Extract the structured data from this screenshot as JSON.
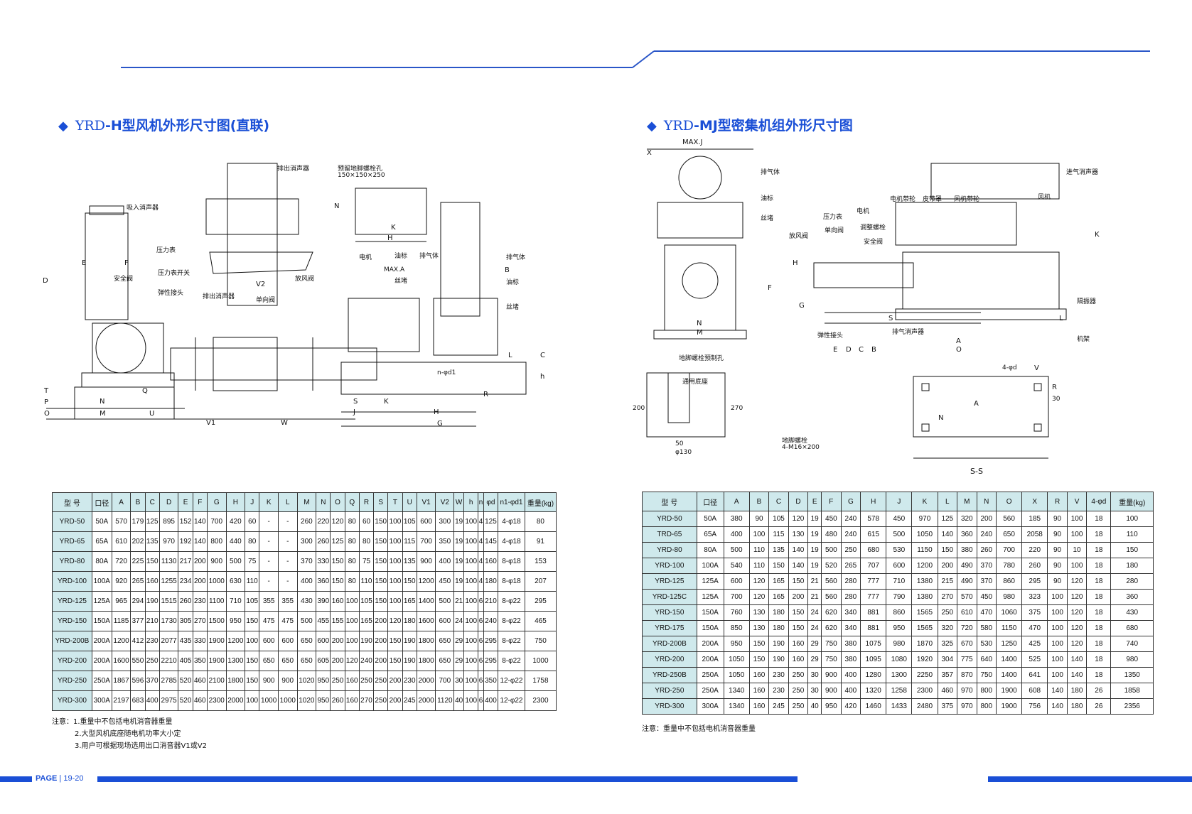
{
  "left": {
    "title_model": "YRD",
    "title_text": "-H型风机外形尺寸图(直联)",
    "labels": {
      "inlet_silencer": "吸入消声器",
      "outlet_silencer_top": "排出消声器",
      "pressure_gauge": "压力表",
      "safety_valve": "安全阀",
      "gauge_switch": "压力表开关",
      "flex_joint": "弹性接头",
      "outlet_silencer": "排出消声器",
      "check_valve": "单向阀",
      "vent_valve": "放风阀",
      "anchor_hole": "预留地脚螺栓孔",
      "anchor_size": "150×150×250",
      "motor": "电机",
      "oil_mark": "油标",
      "exhaust_body": "排气体",
      "max_a": "MAX.A",
      "plug": "丝堵",
      "exhaust_body2": "排气体",
      "oil_mark2": "油标",
      "plug2": "丝堵",
      "v2": "V2",
      "v1": "V1",
      "w": "W",
      "d": "D",
      "e": "E",
      "f": "F",
      "n": "N",
      "m": "M",
      "t": "T",
      "p": "P",
      "o": "O",
      "u": "U",
      "k": "K",
      "h": "H",
      "b": "B",
      "c": "C",
      "s": "S",
      "j": "J",
      "g": "G",
      "l": "L",
      "r": "R",
      "q": "Q",
      "nphi": "n-φd1",
      "hh": "h"
    },
    "columns": [
      "型 号",
      "口径",
      "A",
      "B",
      "C",
      "D",
      "E",
      "F",
      "G",
      "H",
      "J",
      "K",
      "L",
      "M",
      "N",
      "O",
      "Q",
      "R",
      "S",
      "T",
      "U",
      "V1",
      "V2",
      "W",
      "h",
      "n",
      "φd",
      "n1-φd1",
      "重量(kg)"
    ],
    "rows": [
      [
        "YRD-50",
        "50A",
        "570",
        "179",
        "125",
        "895",
        "152",
        "140",
        "700",
        "420",
        "60",
        "-",
        "-",
        "260",
        "220",
        "120",
        "80",
        "60",
        "150",
        "100",
        "105",
        "600",
        "300",
        "19",
        "100",
        "4",
        "125",
        "4-φ18",
        "80"
      ],
      [
        "YRD-65",
        "65A",
        "610",
        "202",
        "135",
        "970",
        "192",
        "140",
        "800",
        "440",
        "80",
        "-",
        "-",
        "300",
        "260",
        "125",
        "80",
        "80",
        "150",
        "100",
        "115",
        "700",
        "350",
        "19",
        "100",
        "4",
        "145",
        "4-φ18",
        "91"
      ],
      [
        "YRD-80",
        "80A",
        "720",
        "225",
        "150",
        "1130",
        "217",
        "200",
        "900",
        "500",
        "75",
        "-",
        "-",
        "370",
        "330",
        "150",
        "80",
        "75",
        "150",
        "100",
        "135",
        "900",
        "400",
        "19",
        "100",
        "4",
        "160",
        "8-φ18",
        "153"
      ],
      [
        "YRD-100",
        "100A",
        "920",
        "265",
        "160",
        "1255",
        "234",
        "200",
        "1000",
        "630",
        "110",
        "-",
        "-",
        "400",
        "360",
        "150",
        "80",
        "110",
        "150",
        "100",
        "150",
        "1200",
        "450",
        "19",
        "100",
        "4",
        "180",
        "8-φ18",
        "207"
      ],
      [
        "YRD-125",
        "125A",
        "965",
        "294",
        "190",
        "1515",
        "260",
        "230",
        "1100",
        "710",
        "105",
        "355",
        "355",
        "430",
        "390",
        "160",
        "100",
        "105",
        "150",
        "100",
        "165",
        "1400",
        "500",
        "21",
        "100",
        "6",
        "210",
        "8-φ22",
        "295"
      ],
      [
        "YRD-150",
        "150A",
        "1185",
        "377",
        "210",
        "1730",
        "305",
        "270",
        "1500",
        "950",
        "150",
        "475",
        "475",
        "500",
        "455",
        "155",
        "100",
        "165",
        "200",
        "120",
        "180",
        "1600",
        "600",
        "24",
        "100",
        "6",
        "240",
        "8-φ22",
        "465"
      ],
      [
        "YRD-200B",
        "200A",
        "1200",
        "412",
        "230",
        "2077",
        "435",
        "330",
        "1900",
        "1200",
        "100",
        "600",
        "600",
        "650",
        "600",
        "200",
        "100",
        "190",
        "200",
        "150",
        "190",
        "1800",
        "650",
        "29",
        "100",
        "6",
        "295",
        "8-φ22",
        "750"
      ],
      [
        "YRD-200",
        "200A",
        "1600",
        "550",
        "250",
        "2210",
        "405",
        "350",
        "1900",
        "1300",
        "150",
        "650",
        "650",
        "650",
        "605",
        "200",
        "120",
        "240",
        "200",
        "150",
        "190",
        "1800",
        "650",
        "29",
        "100",
        "6",
        "295",
        "8-φ22",
        "1000"
      ],
      [
        "YRD-250",
        "250A",
        "1867",
        "596",
        "370",
        "2785",
        "520",
        "460",
        "2100",
        "1800",
        "150",
        "900",
        "900",
        "1020",
        "950",
        "250",
        "160",
        "250",
        "250",
        "200",
        "230",
        "2000",
        "700",
        "30",
        "100",
        "6",
        "350",
        "12-φ22",
        "1758"
      ],
      [
        "YRD-300",
        "300A",
        "2197",
        "683",
        "400",
        "2975",
        "520",
        "460",
        "2300",
        "2000",
        "100",
        "1000",
        "1000",
        "1020",
        "950",
        "260",
        "160",
        "270",
        "250",
        "200",
        "245",
        "2000",
        "1120",
        "40",
        "100",
        "6",
        "400",
        "12-φ22",
        "2300"
      ]
    ],
    "notes": [
      "注意：1.重量中不包括电机消音器重量",
      "2.大型风机底座随电机功率大小定",
      "3.用户可根据现场选用出口消音器V1或V2"
    ]
  },
  "right": {
    "title_model": "YRD",
    "title_text": "-MJ型密集机组外形尺寸图",
    "labels": {
      "max_j": "MAX.J",
      "x": "X",
      "exhaust_body": "排气体",
      "oil_mark": "油标",
      "plug": "丝堵",
      "hh": "H",
      "f": "F",
      "n": "N",
      "m": "M",
      "anchor_hole": "地脚螺栓预制孔",
      "inlet_silencer": "进气消声器",
      "motor_pulley": "电机带轮",
      "belt_cover": "皮带罩",
      "fan_pulley": "风机带轮",
      "fan": "风机",
      "motor": "电机",
      "pressure_gauge": "压力表",
      "adjust_bolt": "调整螺栓",
      "check_valve": "单向阀",
      "vent_valve": "放风阀",
      "safety_valve": "安全阀",
      "vibration_isolator": "隔振器",
      "flex_joint": "弹性接头",
      "exhaust_silencer": "排气消声器",
      "frame": "机架",
      "k": "K",
      "g": "G",
      "e": "E",
      "d": "D",
      "c": "C",
      "b": "B",
      "a": "A",
      "o": "O",
      "l": "L",
      "s": "S",
      "common_base": "通用底座",
      "d200": "200",
      "d270": "270",
      "d50": "50",
      "d130": "φ130",
      "anchor_bolt": "地脚螺栓",
      "anchor_bolt_size": "4-M16×200",
      "four_phid": "4-φd",
      "v": "V",
      "r": "R",
      "d30": "30",
      "ss": "S-S",
      "a2": "A",
      "n2": "N"
    },
    "columns": [
      "型 号",
      "口径",
      "A",
      "B",
      "C",
      "D",
      "E",
      "F",
      "G",
      "H",
      "J",
      "K",
      "L",
      "M",
      "N",
      "O",
      "X",
      "R",
      "V",
      "4-φd",
      "重量(kg)"
    ],
    "rows": [
      [
        "YRD-50",
        "50A",
        "380",
        "90",
        "105",
        "120",
        "19",
        "450",
        "240",
        "578",
        "450",
        "970",
        "125",
        "320",
        "200",
        "560",
        "185",
        "90",
        "100",
        "18",
        "100"
      ],
      [
        "TRD-65",
        "65A",
        "400",
        "100",
        "115",
        "130",
        "19",
        "480",
        "240",
        "615",
        "500",
        "1050",
        "140",
        "360",
        "240",
        "650",
        "2058",
        "90",
        "100",
        "18",
        "110"
      ],
      [
        "YRD-80",
        "80A",
        "500",
        "110",
        "135",
        "140",
        "19",
        "500",
        "250",
        "680",
        "530",
        "1150",
        "150",
        "380",
        "260",
        "700",
        "220",
        "90",
        "10",
        "18",
        "150"
      ],
      [
        "YRD-100",
        "100A",
        "540",
        "110",
        "150",
        "140",
        "19",
        "520",
        "265",
        "707",
        "600",
        "1200",
        "200",
        "490",
        "370",
        "780",
        "260",
        "90",
        "100",
        "18",
        "180"
      ],
      [
        "YRD-125",
        "125A",
        "600",
        "120",
        "165",
        "150",
        "21",
        "560",
        "280",
        "777",
        "710",
        "1380",
        "215",
        "490",
        "370",
        "860",
        "295",
        "90",
        "120",
        "18",
        "280"
      ],
      [
        "YRD-125C",
        "125A",
        "700",
        "120",
        "165",
        "200",
        "21",
        "560",
        "280",
        "777",
        "790",
        "1380",
        "270",
        "570",
        "450",
        "980",
        "323",
        "100",
        "120",
        "18",
        "360"
      ],
      [
        "YRD-150",
        "150A",
        "760",
        "130",
        "180",
        "150",
        "24",
        "620",
        "340",
        "881",
        "860",
        "1565",
        "250",
        "610",
        "470",
        "1060",
        "375",
        "100",
        "120",
        "18",
        "430"
      ],
      [
        "YRD-175",
        "150A",
        "850",
        "130",
        "180",
        "150",
        "24",
        "620",
        "340",
        "881",
        "950",
        "1565",
        "320",
        "720",
        "580",
        "1150",
        "470",
        "100",
        "120",
        "18",
        "680"
      ],
      [
        "YRD-200B",
        "200A",
        "950",
        "150",
        "190",
        "160",
        "29",
        "750",
        "380",
        "1075",
        "980",
        "1870",
        "325",
        "670",
        "530",
        "1250",
        "425",
        "100",
        "120",
        "18",
        "740"
      ],
      [
        "YRD-200",
        "200A",
        "1050",
        "150",
        "190",
        "160",
        "29",
        "750",
        "380",
        "1095",
        "1080",
        "1920",
        "304",
        "775",
        "640",
        "1400",
        "525",
        "100",
        "140",
        "18",
        "980"
      ],
      [
        "YRD-250B",
        "250A",
        "1050",
        "160",
        "230",
        "250",
        "30",
        "900",
        "400",
        "1280",
        "1300",
        "2250",
        "357",
        "870",
        "750",
        "1400",
        "641",
        "100",
        "140",
        "18",
        "1350"
      ],
      [
        "YRD-250",
        "250A",
        "1340",
        "160",
        "230",
        "250",
        "30",
        "900",
        "400",
        "1320",
        "1258",
        "2300",
        "460",
        "970",
        "800",
        "1900",
        "608",
        "140",
        "180",
        "26",
        "1858"
      ],
      [
        "YRD-300",
        "300A",
        "1340",
        "160",
        "245",
        "250",
        "40",
        "950",
        "420",
        "1460",
        "1433",
        "2480",
        "375",
        "970",
        "800",
        "1900",
        "756",
        "140",
        "180",
        "26",
        "2356"
      ]
    ],
    "notes": [
      "注意：重量中不包括电机消音器重量"
    ]
  },
  "footer": {
    "page_label": "PAGE",
    "page_numbers": "19-20"
  },
  "colors": {
    "accent": "#1a4fd6",
    "table_header": "#cfe9ec"
  }
}
